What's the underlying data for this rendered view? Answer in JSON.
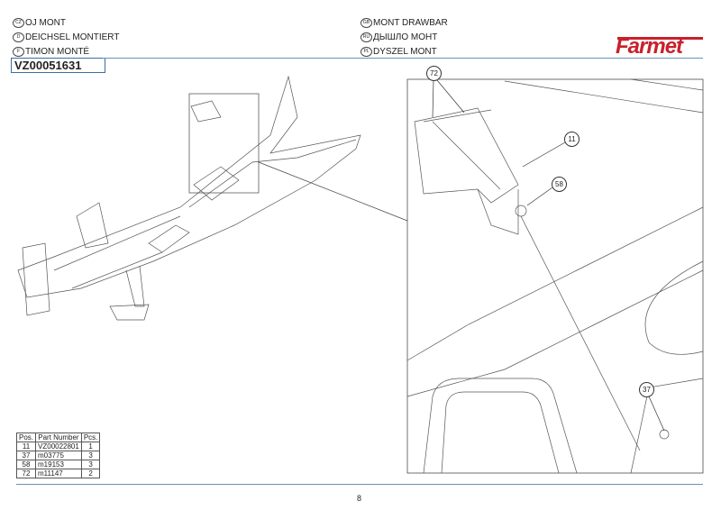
{
  "header": {
    "titles_left": [
      {
        "lang": "CZ",
        "text": "OJ MONT"
      },
      {
        "lang": "D",
        "text": "DEICHSEL MONTIERT"
      },
      {
        "lang": "F",
        "text": "TIMON MONTÉ"
      }
    ],
    "titles_right": [
      {
        "lang": "GB",
        "text": "MONT DRAWBAR"
      },
      {
        "lang": "RU",
        "text": "ДЫШЛО МОНТ"
      },
      {
        "lang": "PL",
        "text": "DYSZEL MONT"
      }
    ],
    "code": "VZ00051631",
    "logo": "Farmet"
  },
  "callouts": [
    "72",
    "11",
    "58",
    "37"
  ],
  "parts_table": {
    "headers": [
      "Pos.",
      "Part Number",
      "Pcs."
    ],
    "rows": [
      [
        "11",
        "VZ00022801",
        "1"
      ],
      [
        "37",
        "m03775",
        "3"
      ],
      [
        "58",
        "m19153",
        "3"
      ],
      [
        "72",
        "m11147",
        "2"
      ]
    ]
  },
  "page_number": "8",
  "colors": {
    "brand_red": "#c8202c",
    "rule_blue": "#6b8fb5"
  }
}
